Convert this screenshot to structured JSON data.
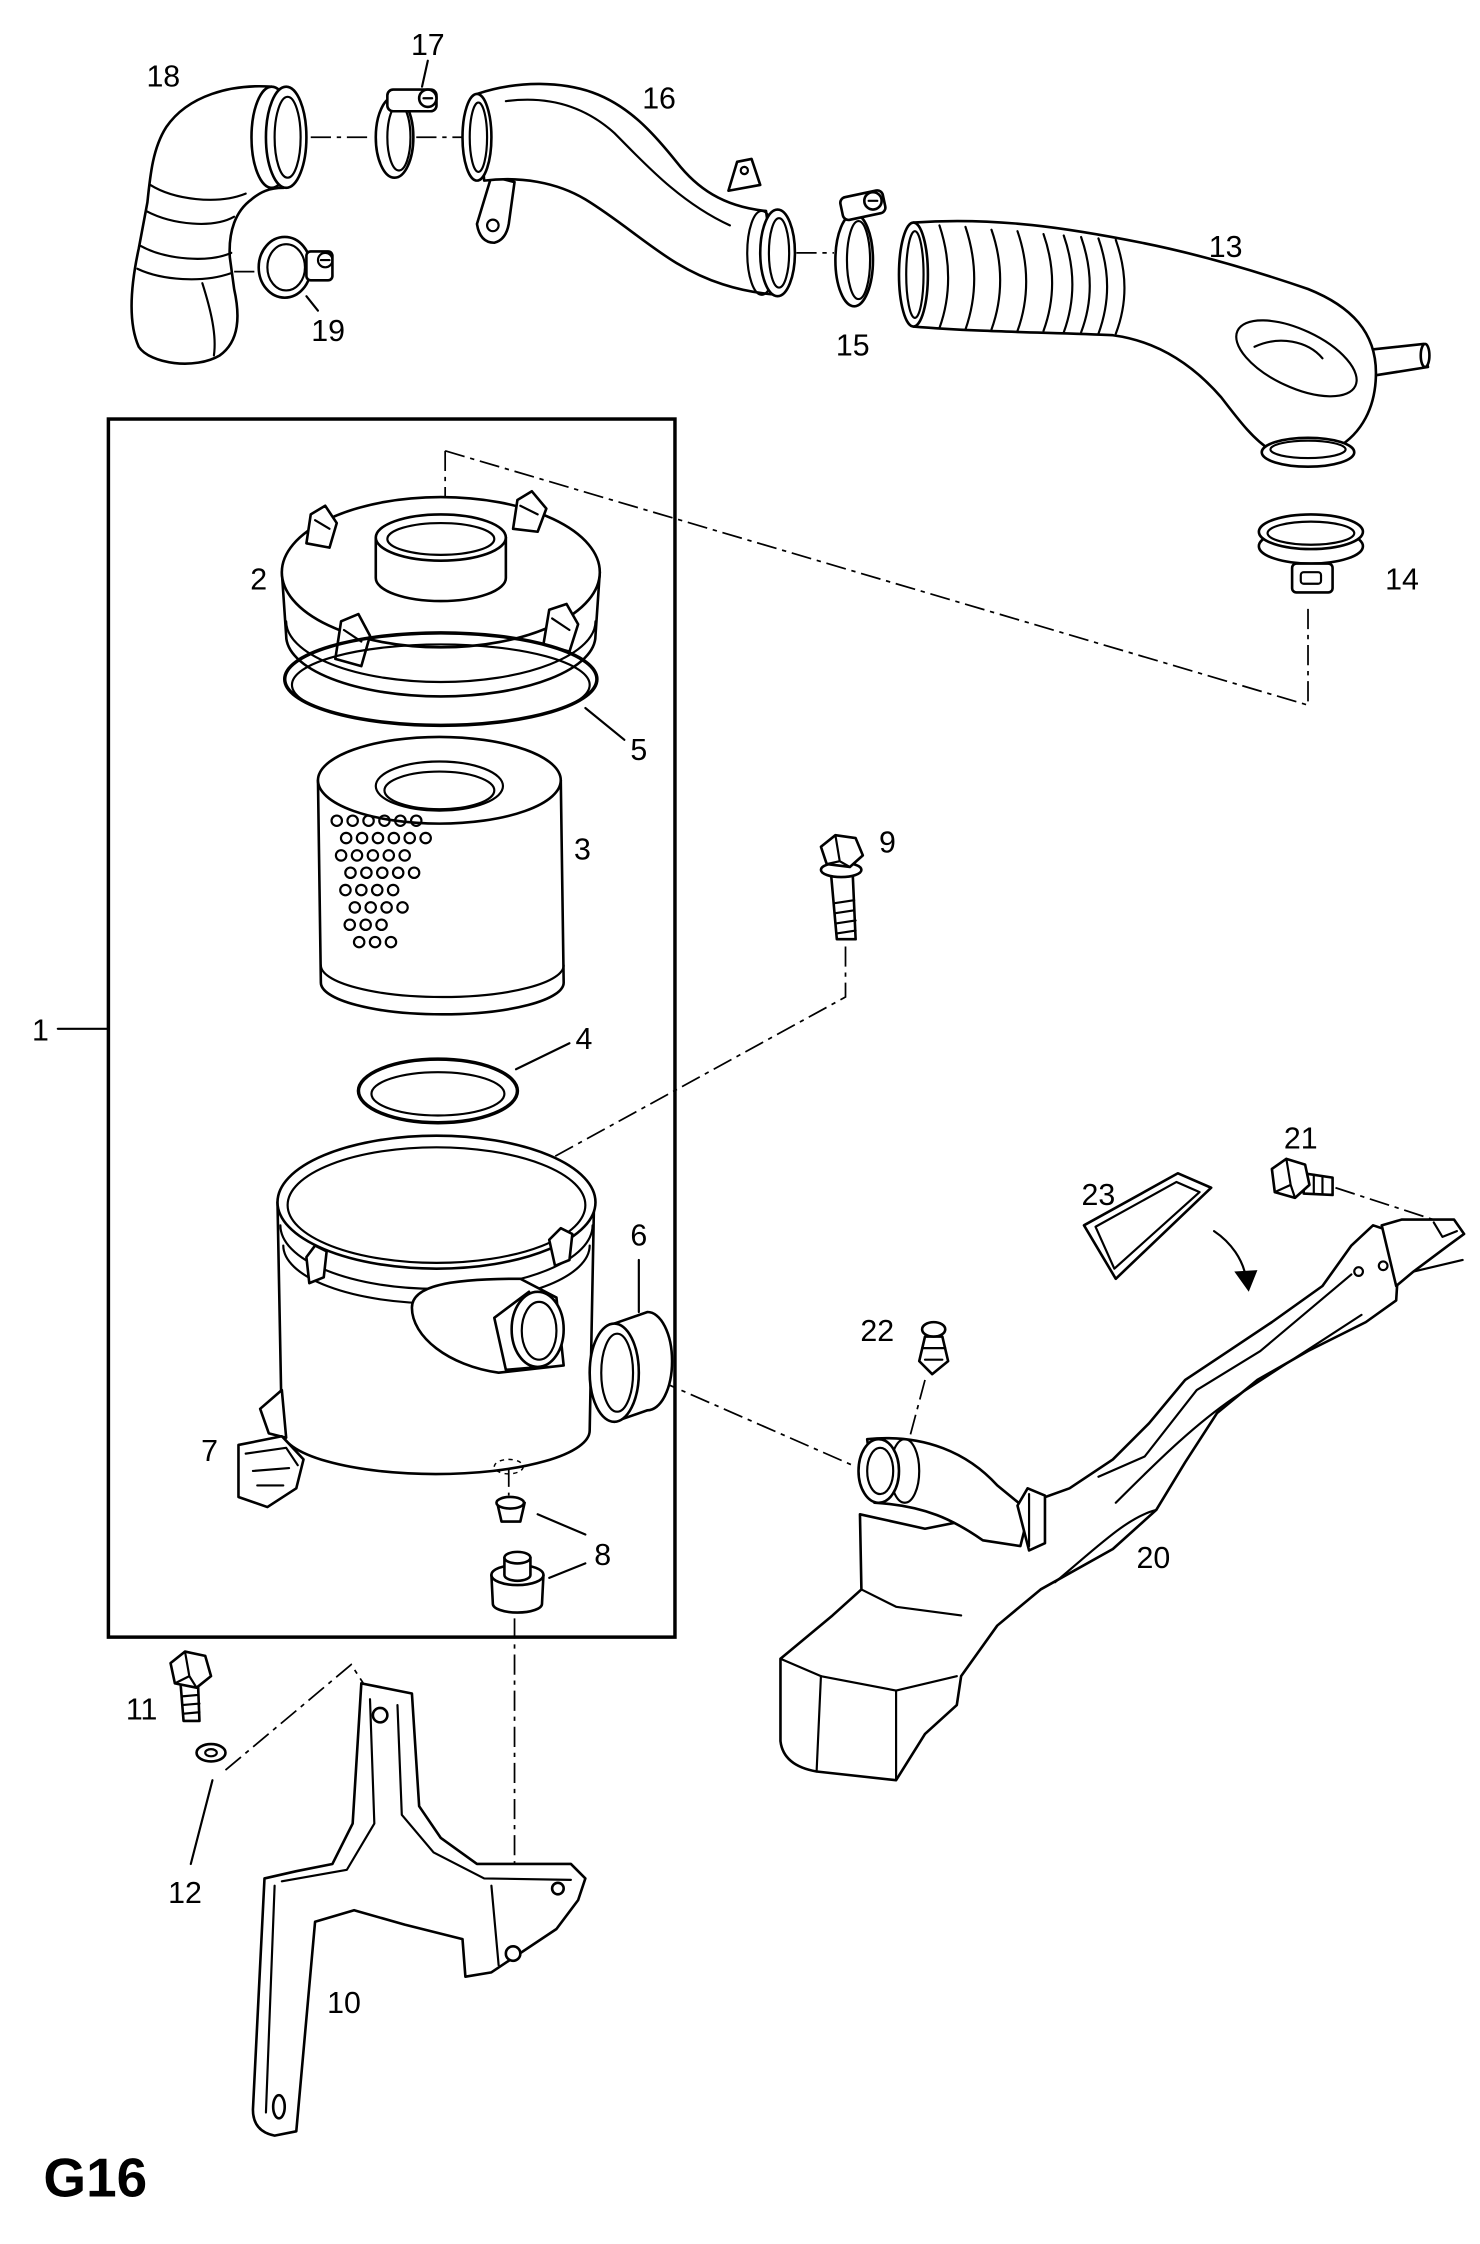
{
  "diagram": {
    "callouts": {
      "p1": "1",
      "p2": "2",
      "p3": "3",
      "p4": "4",
      "p5": "5",
      "p6": "6",
      "p7": "7",
      "p8": "8",
      "p9": "9",
      "p10": "10",
      "p11": "11",
      "p12": "12",
      "p13": "13",
      "p14": "14",
      "p15": "15",
      "p16": "16",
      "p17": "17",
      "p18": "18",
      "p19": "19",
      "p20": "20",
      "p21": "21",
      "p22": "22",
      "p23": "23"
    },
    "page_code": "G16"
  }
}
